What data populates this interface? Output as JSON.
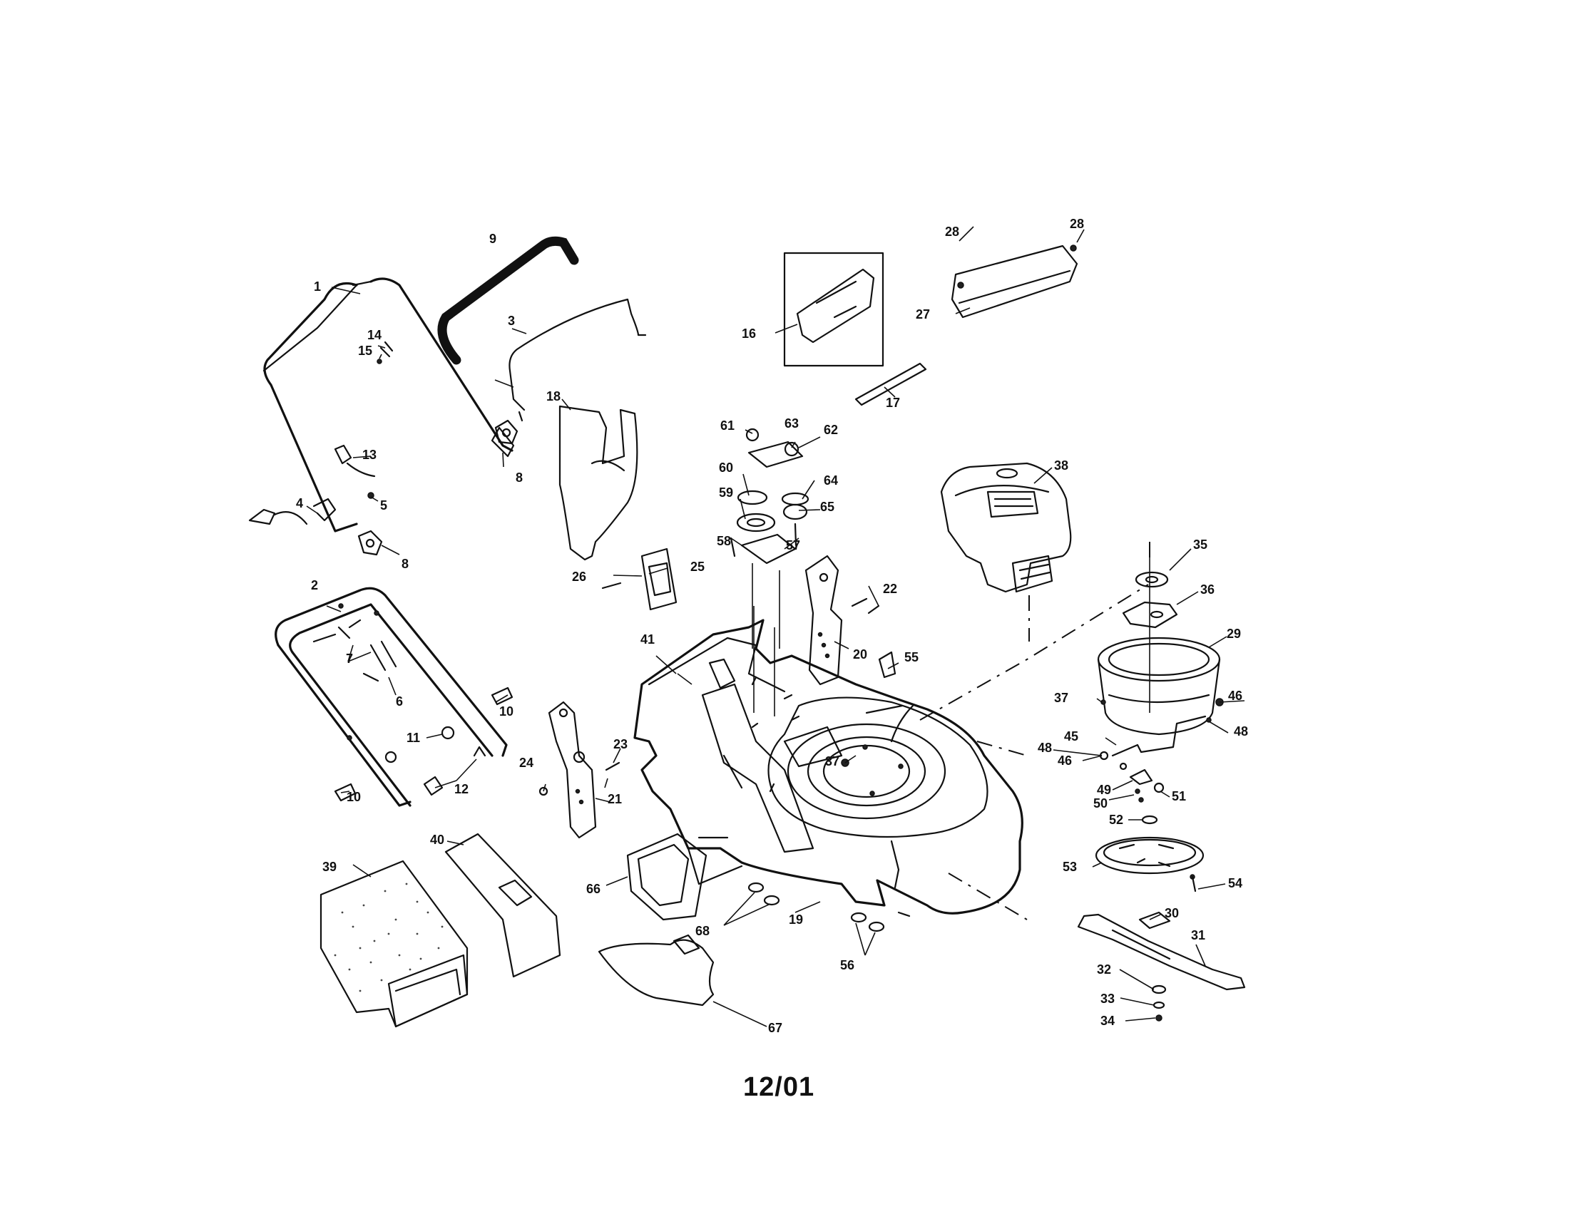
{
  "diagram": {
    "labels": [
      "1",
      "2",
      "3",
      "4",
      "5",
      "6",
      "7",
      "8",
      "8",
      "9",
      "10",
      "10",
      "11",
      "12",
      "13",
      "14",
      "15",
      "16",
      "17",
      "18",
      "19",
      "20",
      "21",
      "22",
      "23",
      "24",
      "25",
      "26",
      "27",
      "28",
      "28",
      "29",
      "30",
      "31",
      "32",
      "33",
      "34",
      "35",
      "36",
      "37",
      "37",
      "38",
      "39",
      "40",
      "41",
      "45",
      "46",
      "46",
      "48",
      "48",
      "49",
      "50",
      "51",
      "52",
      "53",
      "54",
      "55",
      "56",
      "57",
      "58",
      "59",
      "60",
      "61",
      "62",
      "63",
      "64",
      "65",
      "66",
      "67",
      "68"
    ],
    "footer": "12/01"
  }
}
